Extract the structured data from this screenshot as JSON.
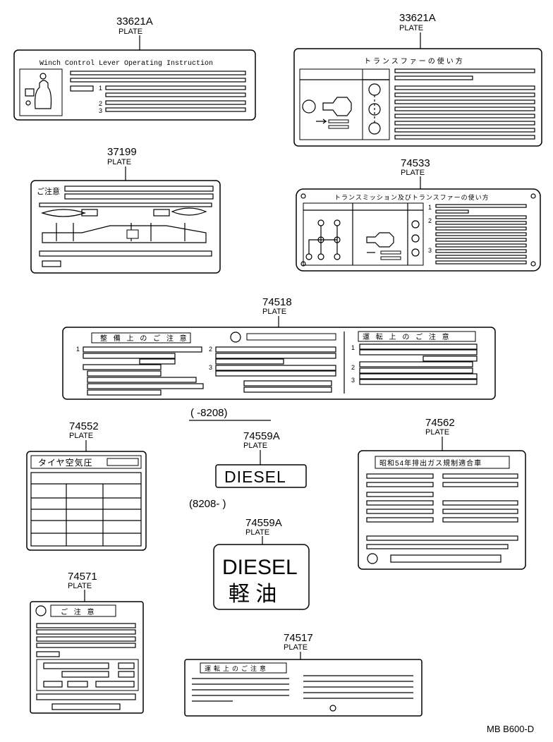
{
  "parts": {
    "p1": {
      "number": "33621A",
      "name": "PLATE",
      "text": "Winch Control  Lever Operating  Instruction",
      "steps": [
        "1",
        "2",
        "3"
      ]
    },
    "p2": {
      "number": "33621A",
      "name": "PLATE",
      "text": "トランスファーの使い方"
    },
    "p3": {
      "number": "37199",
      "name": "PLATE",
      "text": "ご注意"
    },
    "p4": {
      "number": "74533",
      "name": "PLATE",
      "text": "トランスミッション及びトランスファーの使い方",
      "steps": [
        "1",
        "2",
        "3"
      ]
    },
    "p5": {
      "number": "74518",
      "name": "PLATE",
      "text_left": "整 備 上 の ご 注 意",
      "text_right": "運 転 上 の ご 注 意",
      "steps_a": [
        "1"
      ],
      "steps_b": [
        "2",
        "3"
      ],
      "steps_c": [
        "1",
        "2",
        "3"
      ]
    },
    "p6": {
      "number": "74552",
      "name": "PLATE",
      "text": "タイヤ空気圧"
    },
    "p7": {
      "number": "74559A",
      "name": "PLATE",
      "text": "DIESEL"
    },
    "p8": {
      "number": "74559A",
      "name": "PLATE",
      "text": "DIESEL",
      "text2": "軽 油"
    },
    "p9": {
      "number": "74562",
      "name": "PLATE",
      "text": "昭和54年排出ガス規制適合車"
    },
    "p10": {
      "number": "74571",
      "name": "PLATE",
      "text": "ご 注 意"
    },
    "p11": {
      "number": "74517",
      "name": "PLATE",
      "text": "運転上のご注意"
    }
  },
  "ranges": {
    "upto": "(        -8208)",
    "from": "(8208-        )"
  },
  "footer": {
    "code": "MB  B600-D"
  }
}
